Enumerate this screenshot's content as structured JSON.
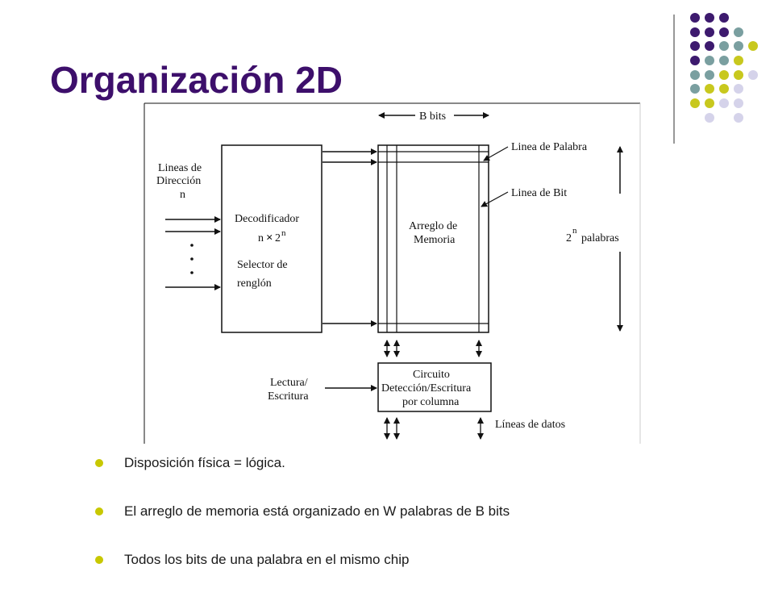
{
  "slide": {
    "title": "Organización 2D"
  },
  "diagram": {
    "b_bits": "B bits",
    "linea_palabra": "Linea de Palabra",
    "linea_bit": "Linea de Bit",
    "lineas_direccion_1": "Lineas de",
    "lineas_direccion_2": "Dirección",
    "lineas_direccion_3": "n",
    "decodificador": "Decodificador",
    "nx2": "n",
    "nx2_times": "×",
    "nx2_base": "2",
    "nx2_sup": "n",
    "selector_1": "Selector de",
    "selector_2": "renglón",
    "arreglo_1": "Arreglo de",
    "arreglo_2": "Memoria",
    "palabras_base": "2",
    "palabras_sup": "n",
    "palabras_label": "palabras",
    "lectura_1": "Lectura/",
    "lectura_2": "Escritura",
    "circuito_1": "Circuito",
    "circuito_2": "Detección/Escritura",
    "circuito_3": "por columna",
    "lineas_datos": "Líneas de datos"
  },
  "bullets": [
    "Disposición física = lógica.",
    "El arreglo de memoria está organizado en W palabras de B bits",
    "Todos los bits de una palabra en el mismo chip"
  ],
  "colors": {
    "title": "#3d0f6b",
    "dot_purple": "#3d1a6e",
    "dot_teal": "#7a9fa0",
    "dot_yellow": "#c8c81e",
    "dot_lavender": "#d5d3ea",
    "bullet": "#c8c800"
  }
}
